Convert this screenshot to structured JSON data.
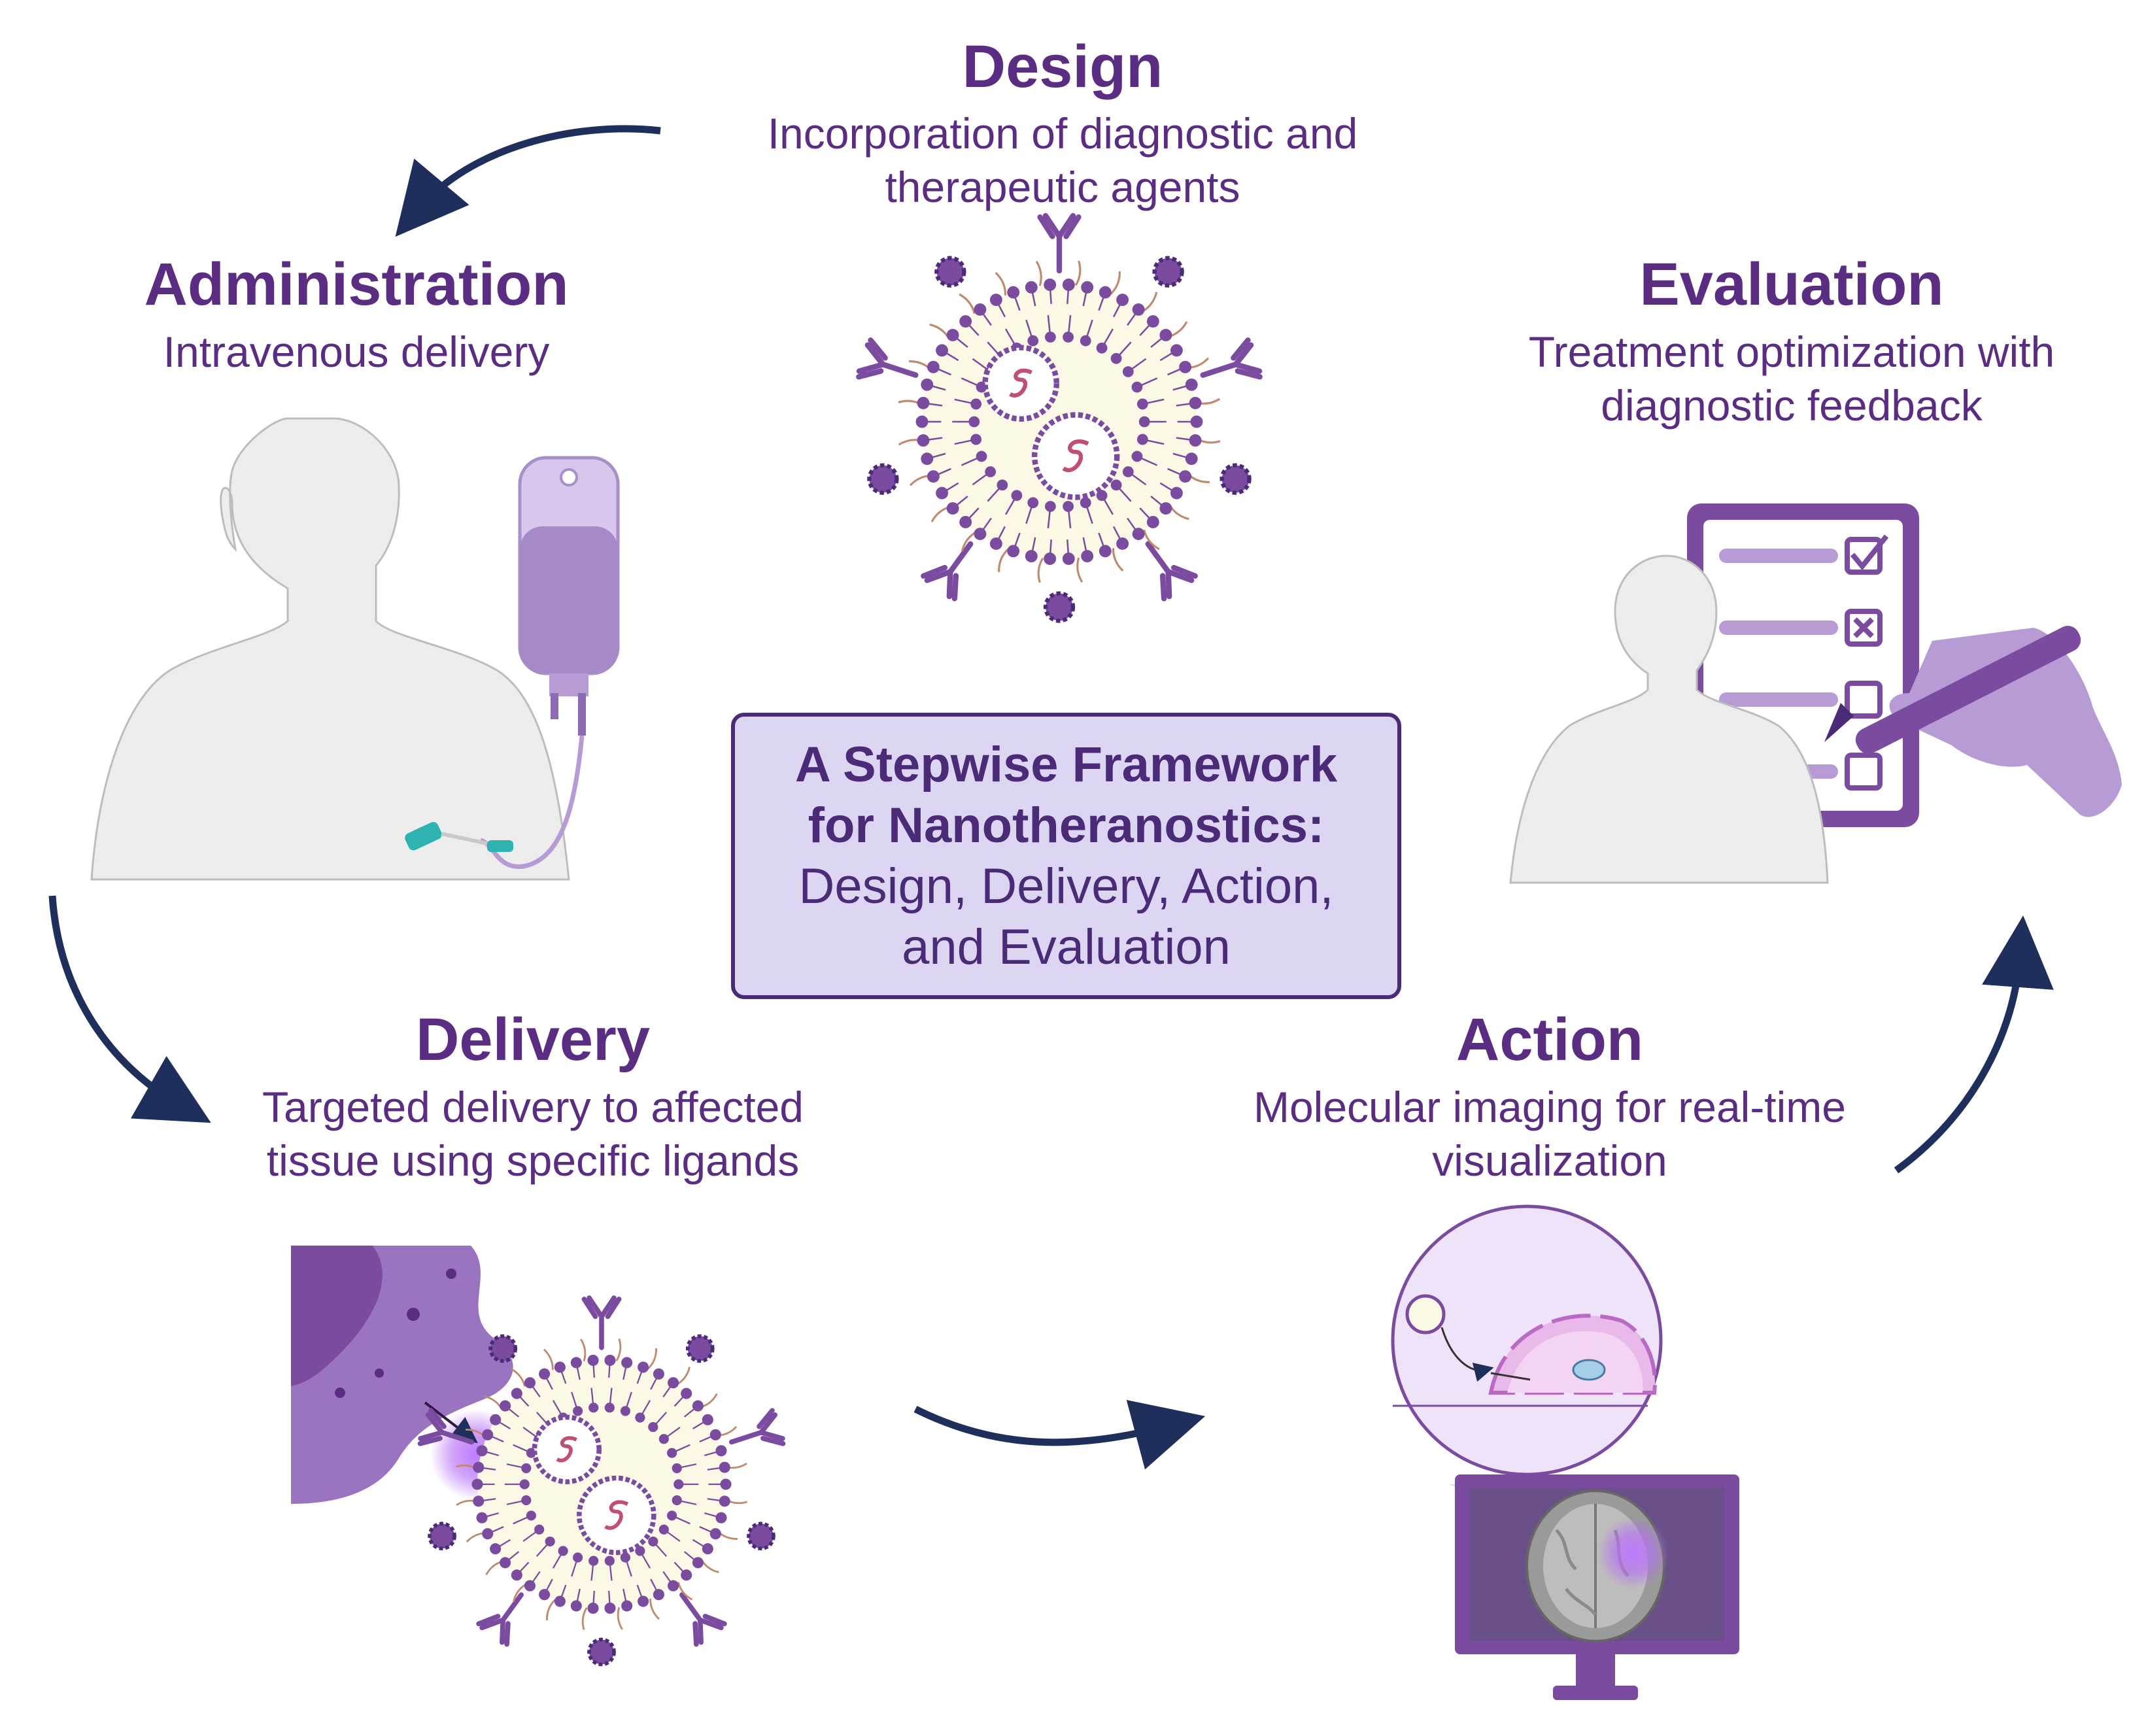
{
  "design": {
    "title": "Design",
    "lines": [
      "Incorporation of diagnostic and",
      "therapeutic agents"
    ]
  },
  "administration": {
    "title": "Administration",
    "lines": [
      "Intravenous delivery"
    ]
  },
  "evaluation": {
    "title": "Evaluation",
    "lines": [
      "Treatment optimization with",
      "diagnostic feedback"
    ]
  },
  "delivery": {
    "title": "Delivery",
    "lines": [
      "Targeted delivery to affected",
      "tissue using specific ligands"
    ]
  },
  "action": {
    "title": "Action",
    "lines": [
      "Molecular imaging for real-time",
      "visualization"
    ]
  },
  "center": {
    "title_lines": [
      "A Stepwise Framework",
      "for Nanotheranostics:"
    ],
    "sub_lines": [
      "Design, Delivery, Action,",
      "and Evaluation"
    ]
  },
  "colors": {
    "dark_purple": "#4b2a78",
    "purple": "#7a4b9e",
    "light_purple": "#b79bd4",
    "lavender": "#dcd6f3",
    "arrow": "#1f2f5c",
    "cream": "#fbf9e6",
    "skin": "#ececec"
  },
  "icons": [
    "nanoparticle-icon",
    "human-figure-icon",
    "iv-bag-icon",
    "checklist-icon",
    "hand-pen-icon",
    "cell-icon",
    "magnifier-icon",
    "monitor-icon",
    "brain-scan-icon"
  ]
}
